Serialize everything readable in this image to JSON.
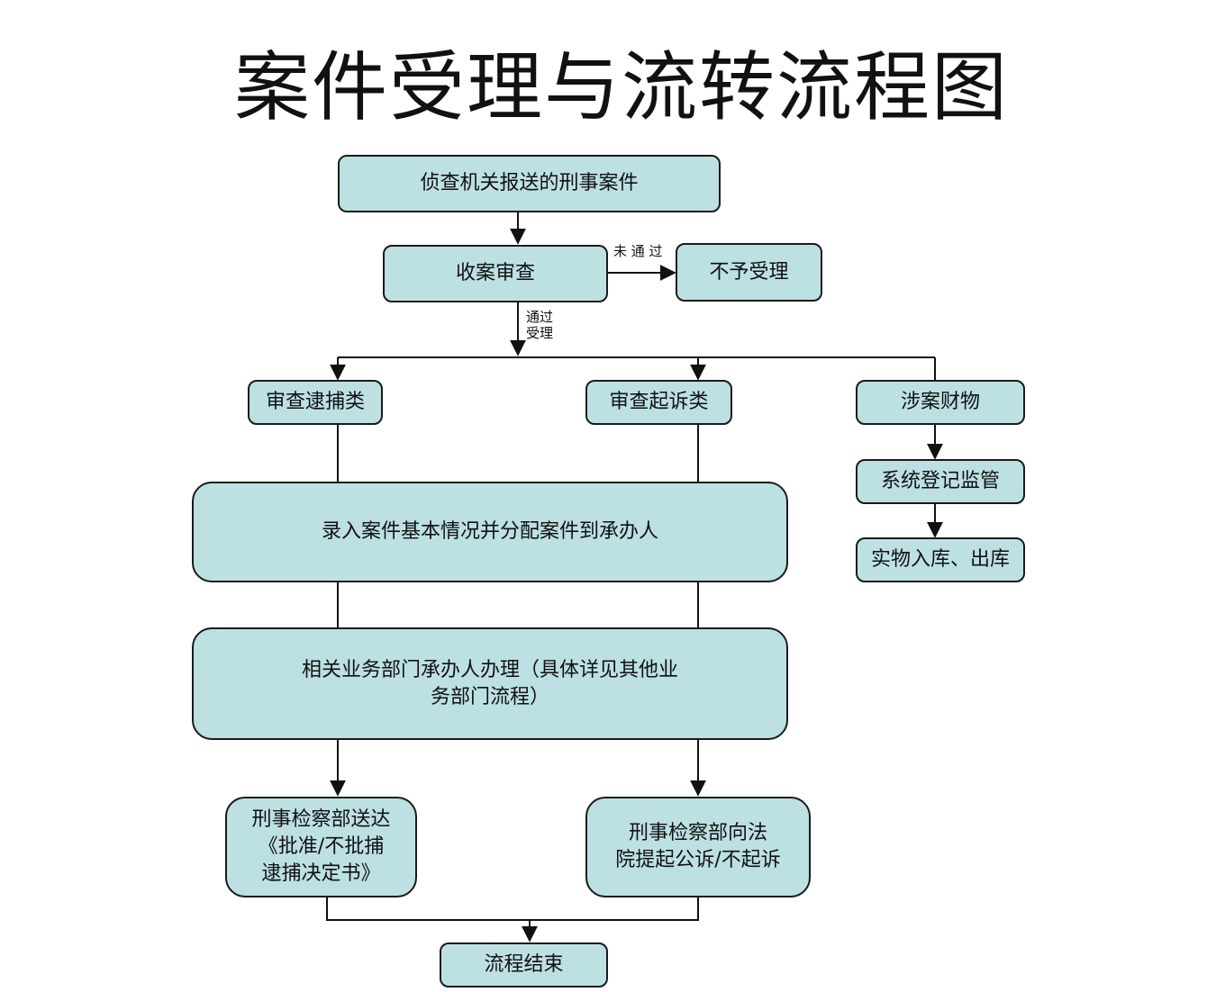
{
  "title": "案件受理与流转流程图",
  "nodes": {
    "report": "侦查机关报送的刑事案件",
    "review": "收案审查",
    "reject": "不予受理",
    "arrest": "审查逮捕类",
    "prosecute": "审查起诉类",
    "property": "涉案财物",
    "register": "系统登记监管",
    "storage": "实物入库、出库",
    "entry": "录入案件基本情况并分配案件到承办人",
    "handling": "相关业务部门承办人办理（具体详见其他业\n务部门流程）",
    "arrest_decision": "刑事检察部送达\n《批准/不批捕\n逮捕决定书》",
    "indictment": "刑事检察部向法\n院提起公诉/不起诉",
    "end": "流程结束"
  },
  "edge_labels": {
    "not_passed": "未 通 过",
    "passed": "通过\n受理"
  },
  "colors": {
    "box_fill": "#bde0e3",
    "border": "#1a1a1a"
  }
}
